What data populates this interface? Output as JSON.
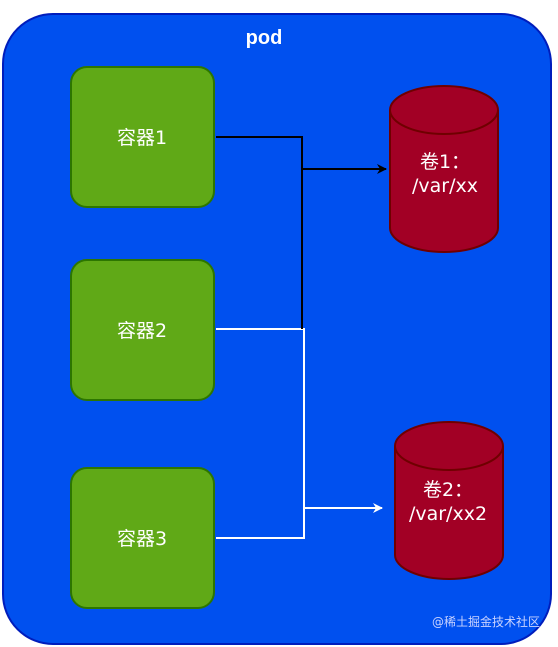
{
  "pod": {
    "title": "pod",
    "fill_color": "#0050ef",
    "stroke_color": "#001dbc"
  },
  "containers": [
    {
      "label": "容器1"
    },
    {
      "label": "容器2"
    },
    {
      "label": "容器3"
    }
  ],
  "container_style": {
    "fill_color": "#60a917",
    "stroke_color": "#2d7600"
  },
  "volumes": [
    {
      "line1": "卷1：",
      "line2": "/var/xx"
    },
    {
      "line1": "卷2：",
      "line2": "/var/xx2"
    }
  ],
  "volume_style": {
    "fill_color": "#a20025",
    "stroke_color": "#6f0000"
  },
  "connectors": [
    {
      "from": "容器1",
      "to": "卷1",
      "color": "#000000"
    },
    {
      "from": "容器2",
      "to": "卷1",
      "color": "#000000"
    },
    {
      "from": "容器2",
      "to": "卷2",
      "color": "#ffffff"
    },
    {
      "from": "容器3",
      "to": "卷2",
      "color": "#ffffff"
    }
  ],
  "watermark": "@稀土掘金技术社区"
}
